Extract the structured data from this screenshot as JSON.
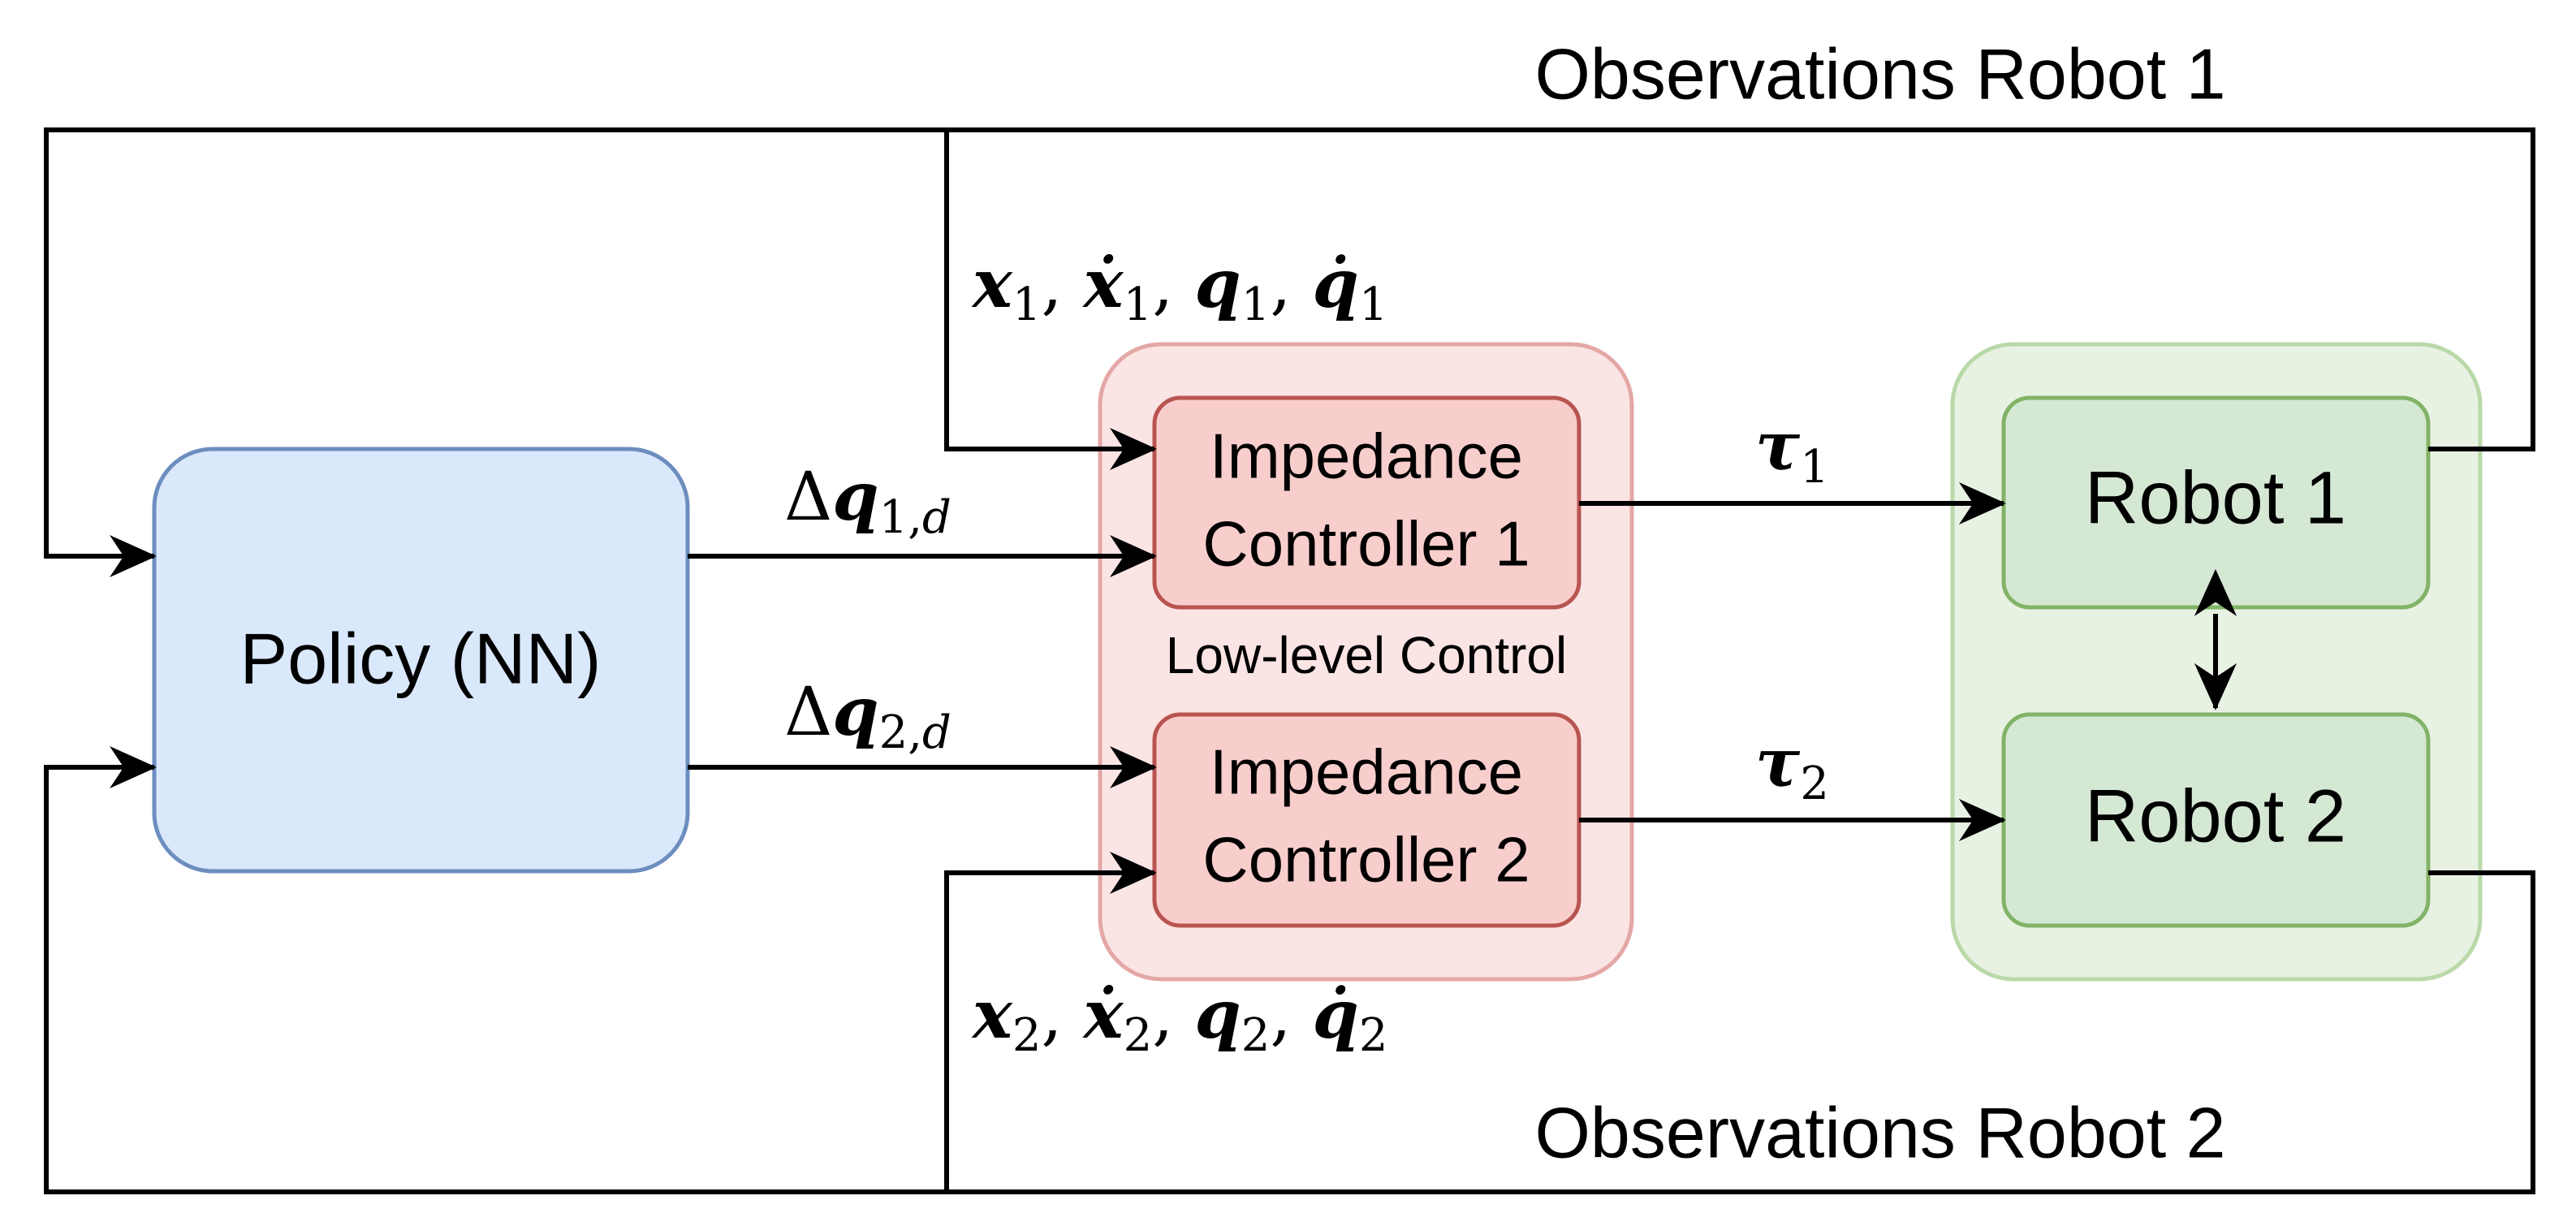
{
  "labels": {
    "observations_robot_1": "Observations Robot 1",
    "observations_robot_2": "Observations Robot 2",
    "policy": "Policy (NN)",
    "impedance_1_line1": "Impedance",
    "impedance_1_line2": "Controller 1",
    "impedance_2_line1": "Impedance",
    "impedance_2_line2": "Controller 2",
    "low_level_control": "Low-level Control",
    "robot_1": "Robot 1",
    "robot_2": "Robot 2"
  },
  "math": {
    "obs1": {
      "x": "x",
      "xdot": "ẋ",
      "q": "q",
      "qdot": "q̇",
      "sub": "1"
    },
    "obs2": {
      "x": "x",
      "xdot": "ẋ",
      "q": "q",
      "qdot": "q̇",
      "sub": "2"
    },
    "dq1": {
      "delta": "Δ",
      "q": "q",
      "sub": "1,",
      "subd": "d"
    },
    "dq2": {
      "delta": "Δ",
      "q": "q",
      "sub": "2,",
      "subd": "d"
    },
    "tau1": {
      "tau": "τ",
      "sub": "1"
    },
    "tau2": {
      "tau": "τ",
      "sub": "2"
    }
  },
  "colors": {
    "policy_fill": "#dae8fc",
    "policy_stroke": "#6c8ebf",
    "lowlevel_fill": "#fbe4e4",
    "lowlevel_stroke": "#e3a7a5",
    "controller_fill": "#f8cecc",
    "controller_stroke": "#b85450",
    "robots_group_fill": "#e8f2e3",
    "robots_group_stroke": "#b9d9a8",
    "robot_fill": "#d5e8d4",
    "robot_stroke": "#82b366",
    "line": "#000000"
  }
}
